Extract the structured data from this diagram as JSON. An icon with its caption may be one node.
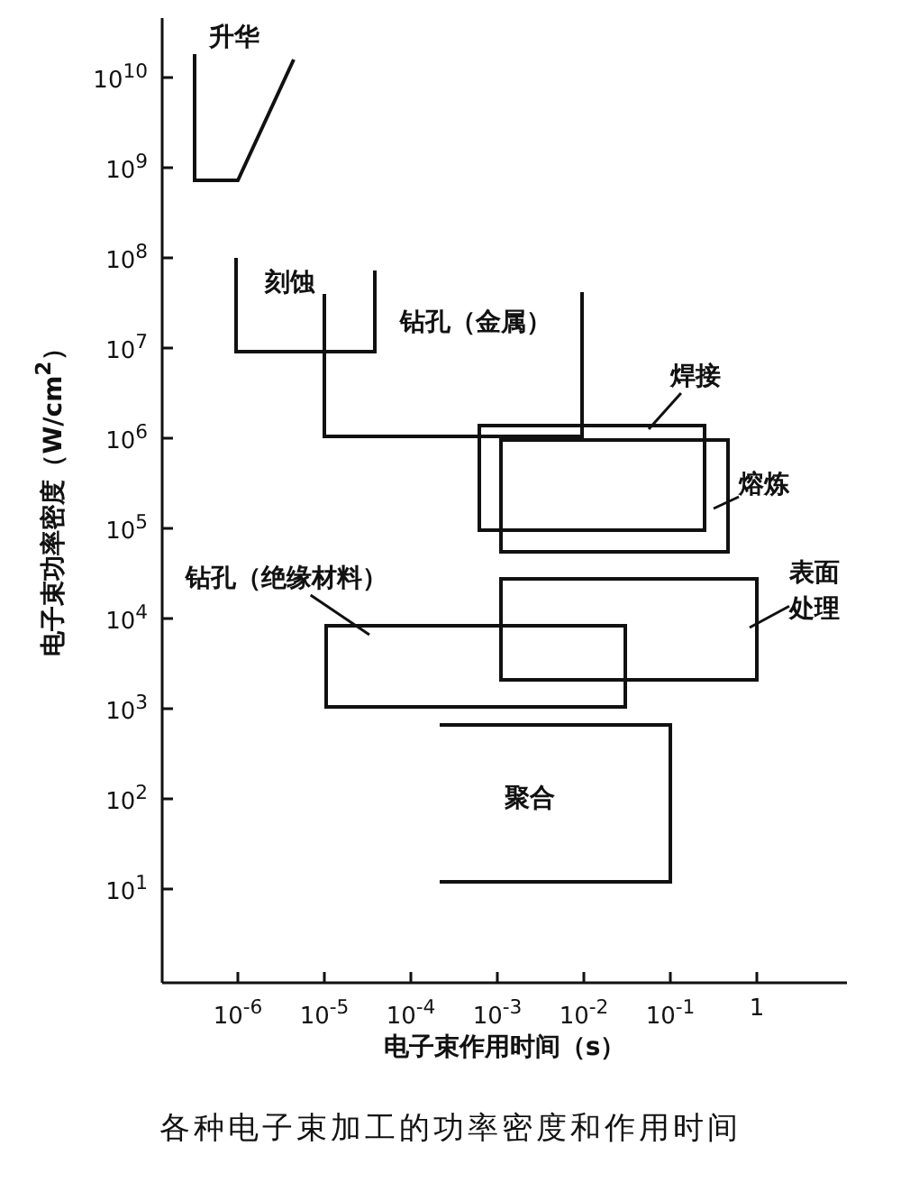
{
  "diagram": {
    "caption": "各种电子束加工的功率密度和作用时间",
    "nodes": [
      {
        "text": [
          "升华"
        ]
      },
      {
        "text": [
          "刻蚀"
        ]
      },
      {
        "text": [
          "钻孔（金属）"
        ]
      },
      {
        "text": [
          "焊接"
        ]
      },
      {
        "text": [],
        "shape": "box"
      },
      {
        "text": [
          "熔炼"
        ]
      },
      {
        "text": [],
        "shape": "box"
      },
      {
        "text": [
          "钻孔（绝缘材料）"
        ]
      },
      {
        "text": [],
        "shape": "box"
      },
      {
        "text": [
          "表面处理"
        ]
      },
      {
        "text": [],
        "shape": "box"
      },
      {
        "text": [
          "聚合"
        ]
      }
    ],
    "edges": [
      {
        "from": 3,
        "to": 4,
        "arrow": "none"
      },
      {
        "from": 5,
        "to": 6,
        "arrow": "none"
      },
      {
        "from": 7,
        "to": 8,
        "arrow": "none"
      },
      {
        "from": 9,
        "to": 10,
        "arrow": "none"
      }
    ],
    "labels": [
      "电子束功率密度（W/cm$^{2}$）",
      "10$^{10}$",
      "10$^{9}$",
      "10$^{8}$",
      "10$^{7}$",
      "10$^{6}$",
      "10$^{5}$",
      "10$^{4}$",
      "10$^{3}$",
      "10$^{2}$",
      "10$^{1}$",
      "10$^{-6}$",
      "10$^{-5}$",
      "10$^{-4}$",
      "10$^{-3}$",
      "10$^{-2}$",
      "10$^{-1}$",
      "1",
      "电子束作用时间（s）"
    ]
  }
}
